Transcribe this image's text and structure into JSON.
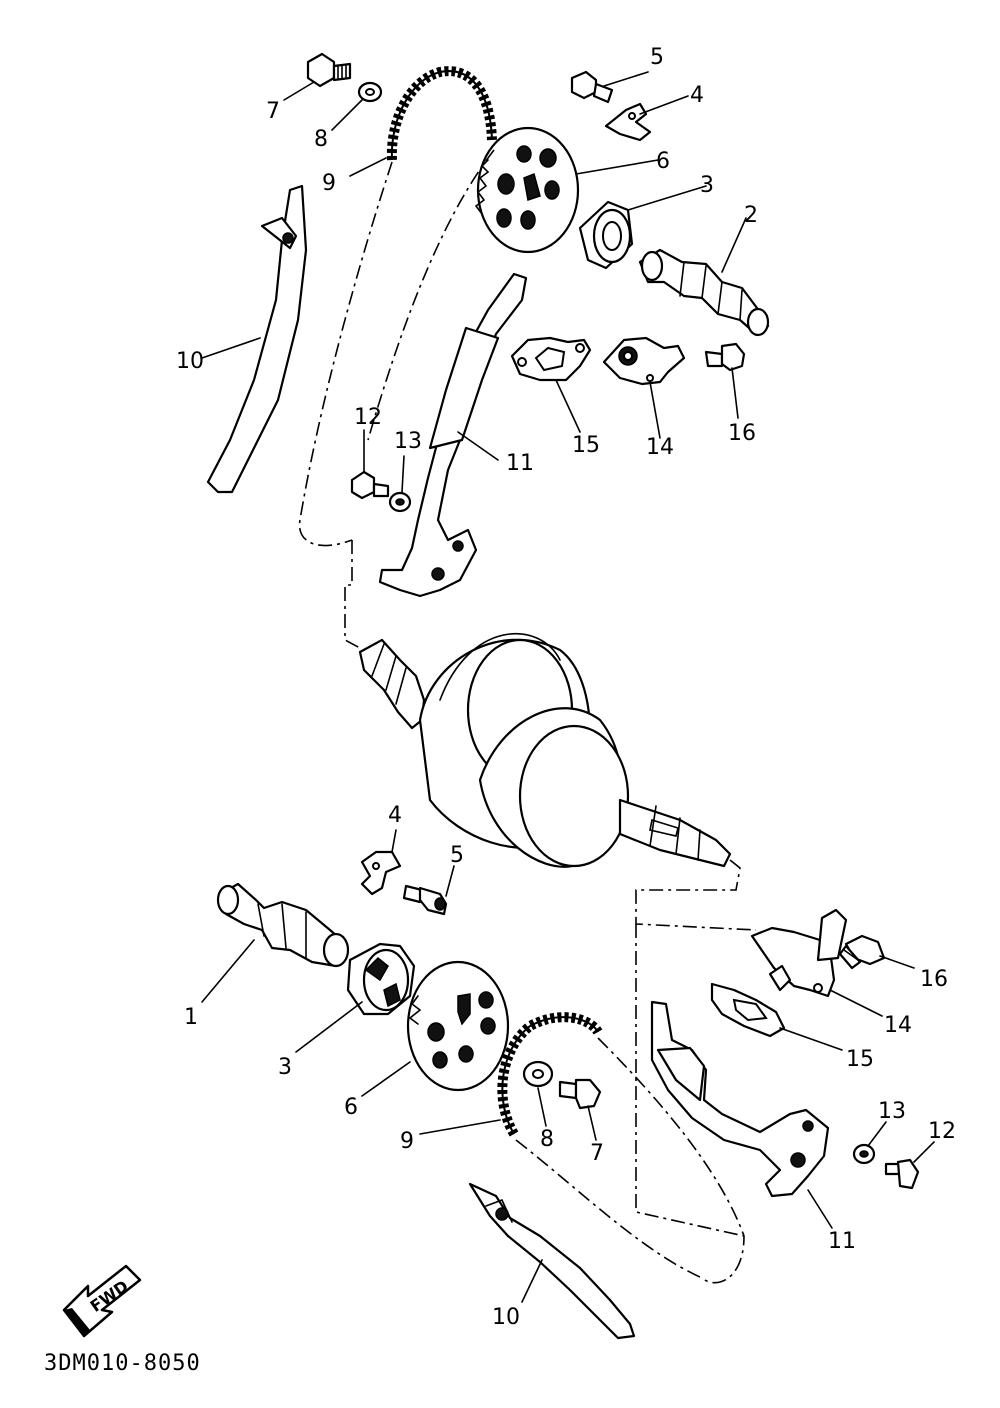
{
  "diagram": {
    "drawing_code": "3DM010-8050",
    "direction_arrow": "FWD",
    "labels_top": {
      "p2": "2",
      "p3": "3",
      "p4": "4",
      "p5": "5",
      "p6": "6",
      "p7": "7",
      "p8": "8",
      "p9": "9",
      "p10": "10",
      "p11": "11",
      "p12": "12",
      "p13": "13",
      "p14": "14",
      "p15": "15",
      "p16": "16"
    },
    "labels_bottom": {
      "p1": "1",
      "p3": "3",
      "p4": "4",
      "p5": "5",
      "p6": "6",
      "p7": "7",
      "p8": "8",
      "p9": "9",
      "p10": "10",
      "p11": "11",
      "p12": "12",
      "p13": "13",
      "p14": "14",
      "p15": "15",
      "p16": "16"
    }
  }
}
